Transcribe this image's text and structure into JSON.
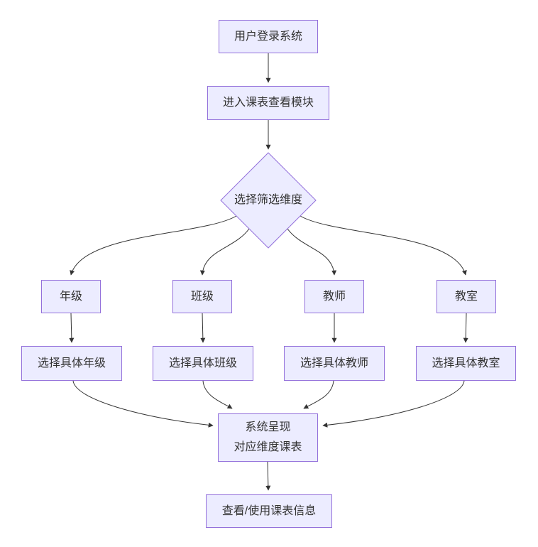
{
  "diagram": {
    "type": "flowchart",
    "colors": {
      "background": "#FFFFFF",
      "node_fill": "#ECECFF",
      "node_border": "#9370DB",
      "edge_color": "#333333",
      "text_color": "#333333"
    },
    "nodes": {
      "login": {
        "label": "用户登录系统"
      },
      "enter_module": {
        "label": "进入课表查看模块"
      },
      "choose_dimension": {
        "label": "选择筛选维度"
      },
      "grade": {
        "label": "年级"
      },
      "clazz": {
        "label": "班级"
      },
      "teacher": {
        "label": "教师"
      },
      "room": {
        "label": "教室"
      },
      "select_grade": {
        "label": "选择具体年级"
      },
      "select_clazz": {
        "label": "选择具体班级"
      },
      "select_teacher": {
        "label": "选择具体教师"
      },
      "select_room": {
        "label": "选择具体教室"
      },
      "present": {
        "line1": "系统呈现",
        "line2": "对应维度课表"
      },
      "view_use": {
        "label": "查看/使用课表信息"
      }
    }
  }
}
